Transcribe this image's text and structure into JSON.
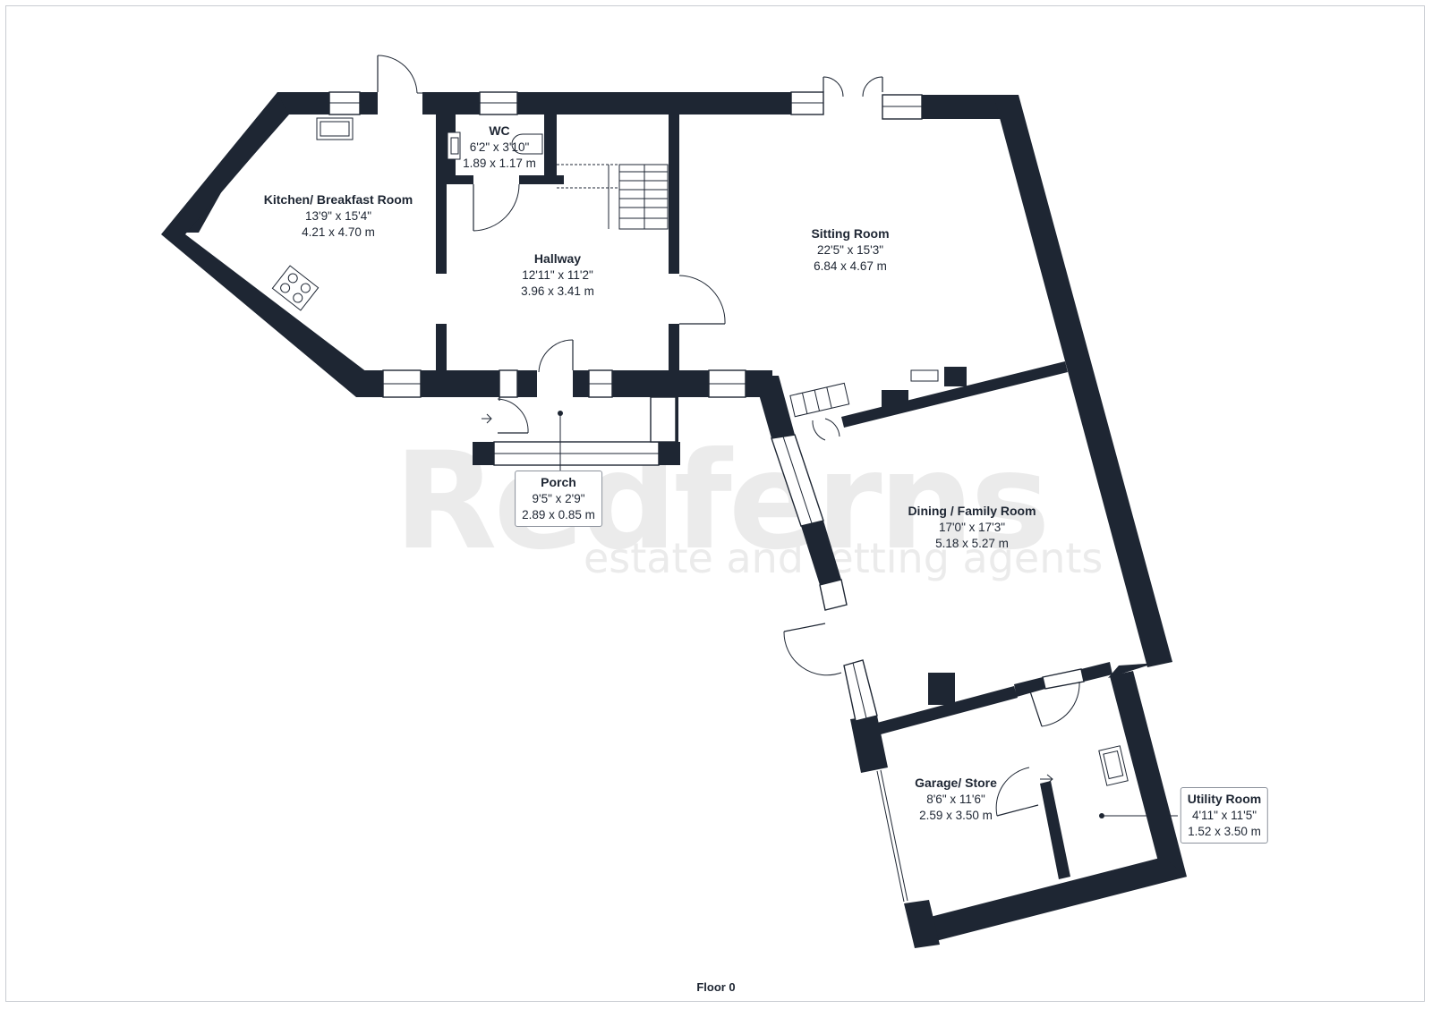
{
  "watermark": {
    "brand": "Redferns",
    "tagline": "estate and letting agents"
  },
  "rooms": [
    {
      "id": "kitchen",
      "name": "Kitchen/ Breakfast Room",
      "imperial": "13'9\" x 15'4\"",
      "metric": "4.21 x 4.70 m"
    },
    {
      "id": "wc",
      "name": "WC",
      "imperial": "6'2\" x 3'10\"",
      "metric": "1.89 x 1.17 m"
    },
    {
      "id": "hallway",
      "name": "Hallway",
      "imperial": "12'11\" x 11'2\"",
      "metric": "3.96 x 3.41 m"
    },
    {
      "id": "sitting",
      "name": "Sitting Room",
      "imperial": "22'5\" x 15'3\"",
      "metric": "6.84 x 4.67 m"
    },
    {
      "id": "porch",
      "name": "Porch",
      "imperial": "9'5\" x 2'9\"",
      "metric": "2.89 x 0.85 m"
    },
    {
      "id": "dining",
      "name": "Dining / Family Room",
      "imperial": "17'0\" x 17'3\"",
      "metric": "5.18 x 5.27 m"
    },
    {
      "id": "garage",
      "name": "Garage/ Store",
      "imperial": "8'6\" x 11'6\"",
      "metric": "2.59 x 3.50 m"
    },
    {
      "id": "utility",
      "name": "Utility Room",
      "imperial": "4'11\" x 11'5\"",
      "metric": "1.52 x 3.50 m"
    }
  ],
  "floor_label": "Floor 0",
  "colors": {
    "wall": "#1e2633",
    "watermark": "#ebebeb",
    "background": "#ffffff"
  }
}
